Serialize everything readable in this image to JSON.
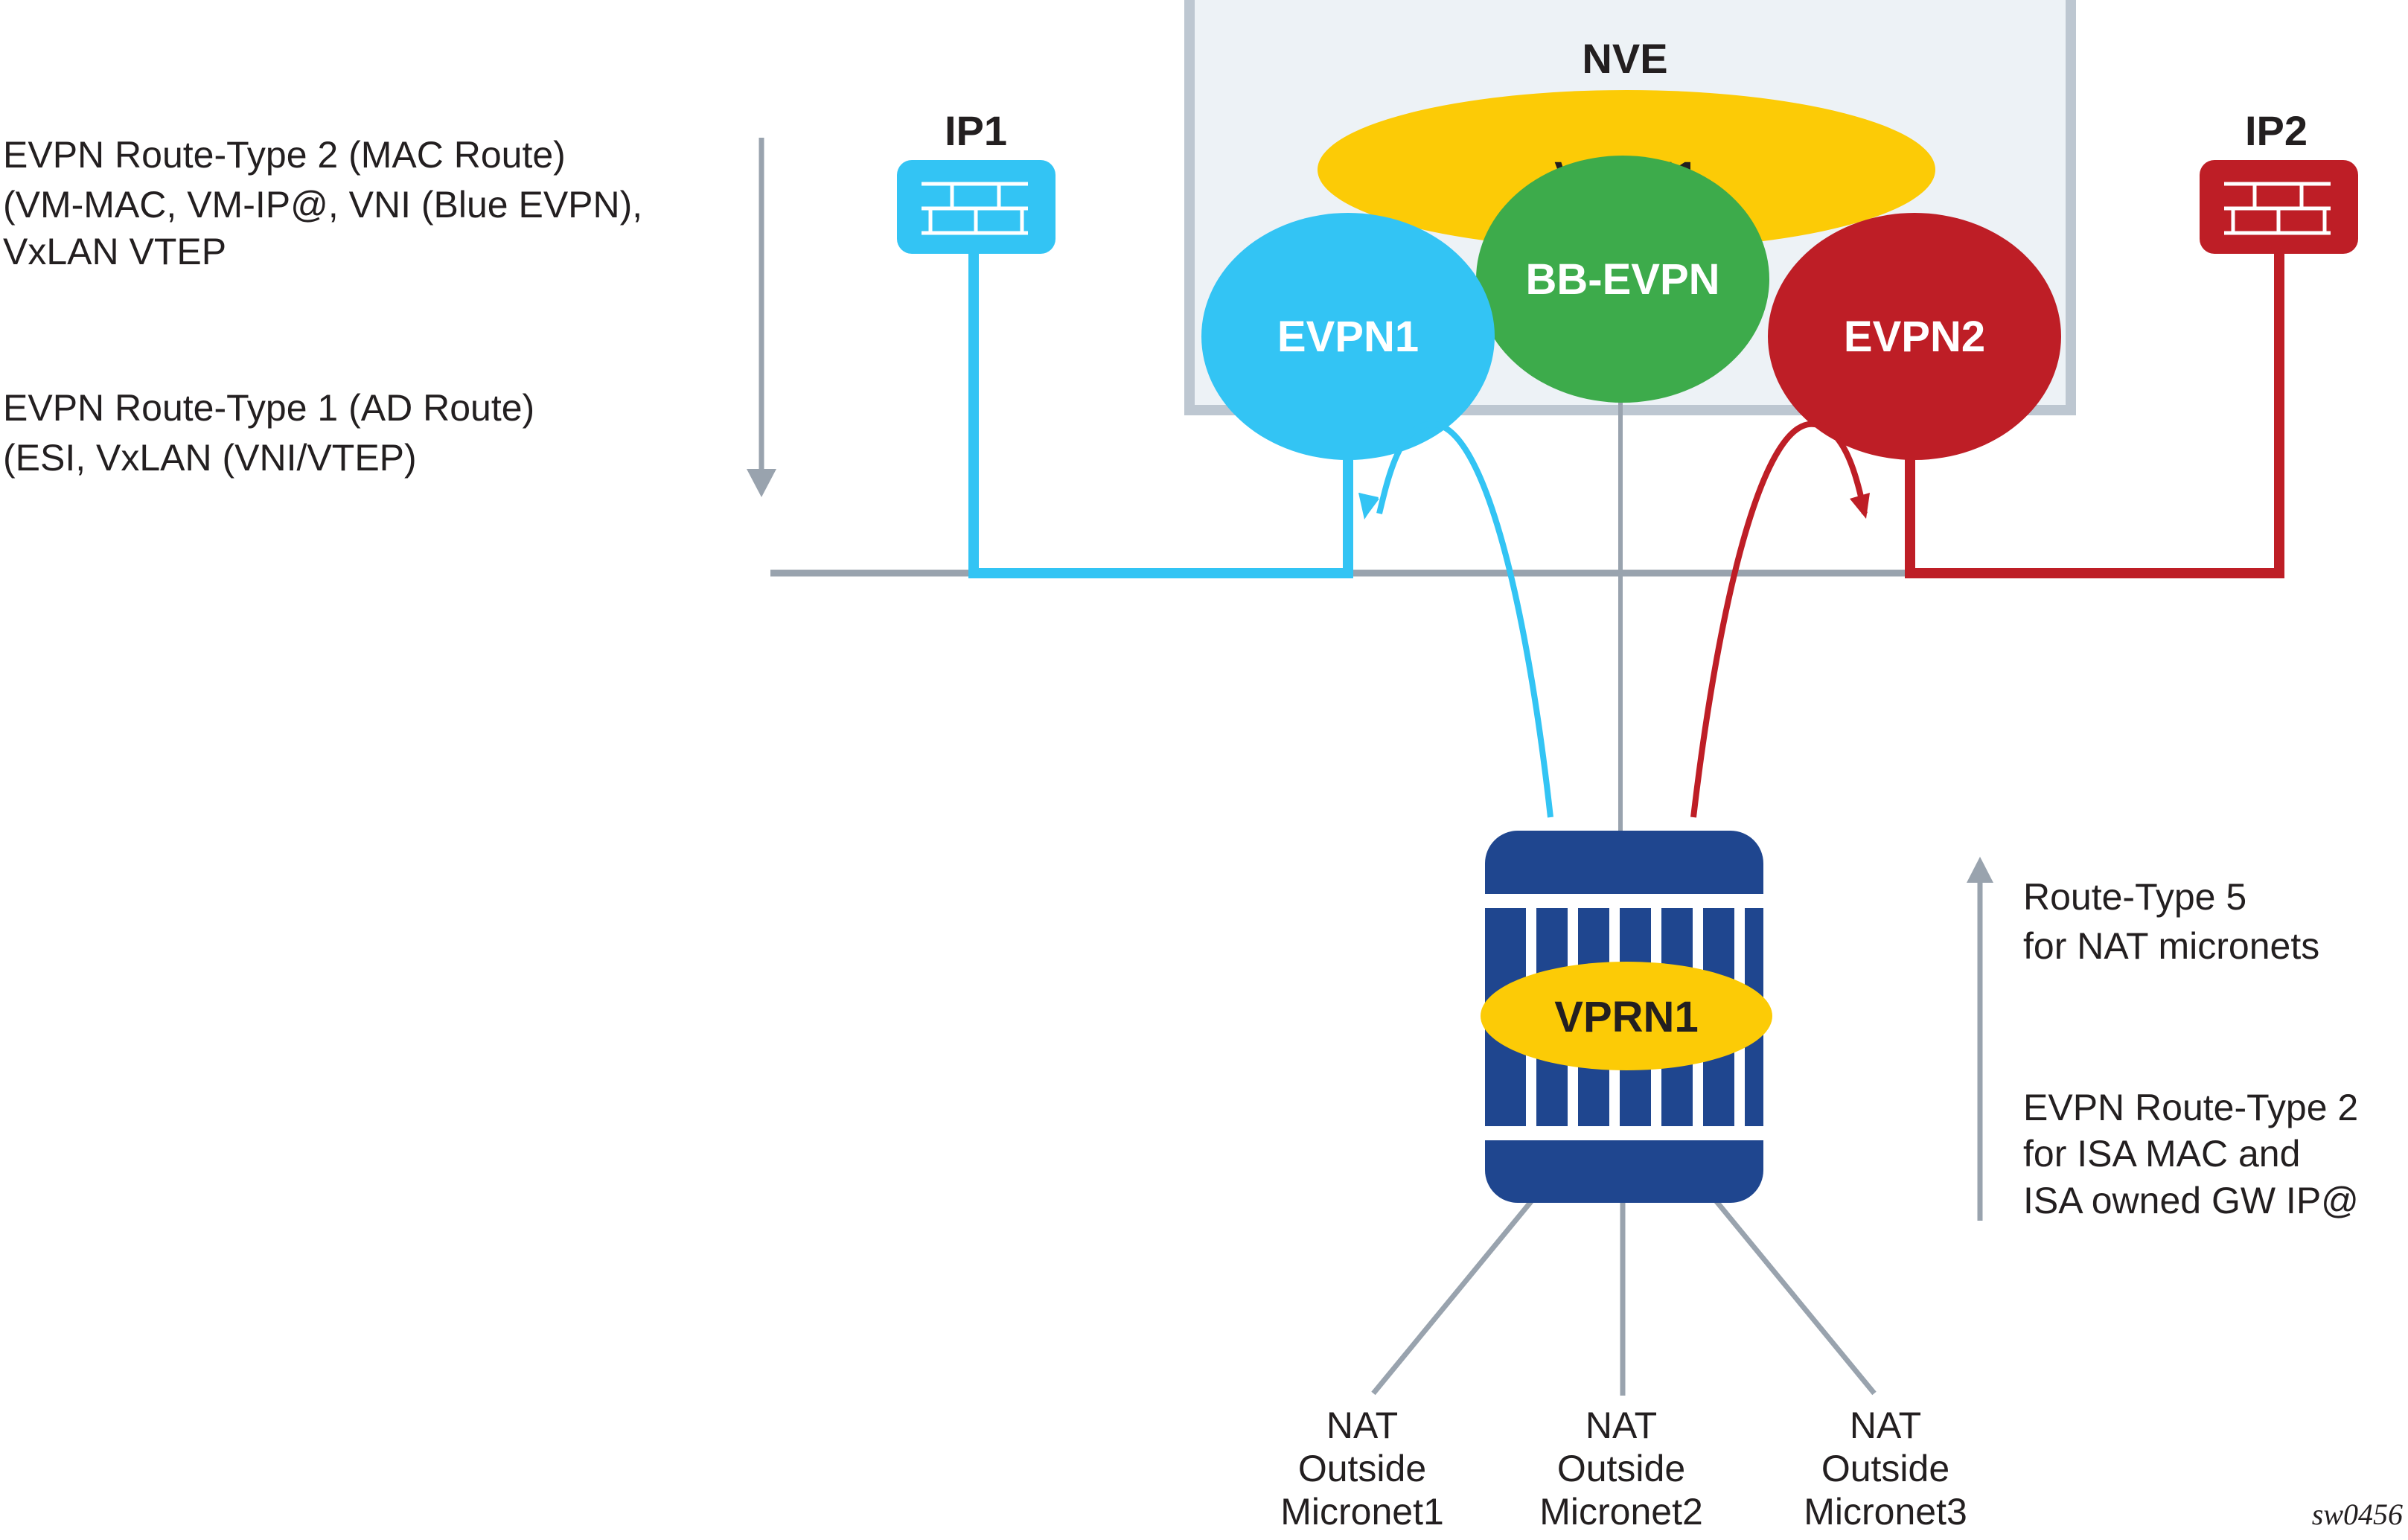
{
  "nve": {
    "title": "NVE",
    "vprn": "VPRN1",
    "bb_evpn": "BB-EVPN",
    "evpn1": "EVPN1",
    "evpn2": "EVPN2"
  },
  "ip1": {
    "label": "IP1",
    "icon": "firewall-icon"
  },
  "ip2": {
    "label": "IP2",
    "icon": "firewall-icon"
  },
  "isa": {
    "vprn": "VPRN1"
  },
  "left_notes": {
    "note1": [
      "EVPN Route-Type 2 (MAC Route)",
      "(VM-MAC, VM-IP@, VNI (Blue EVPN),",
      "VxLAN VTEP"
    ],
    "note2": [
      "EVPN Route-Type 1 (AD Route)",
      "(ESI, VxLAN (VNI/VTEP)"
    ]
  },
  "right_notes": {
    "note1": [
      "Route-Type 5",
      "for NAT micronets"
    ],
    "note2": [
      "EVPN Route-Type 2",
      "for ISA MAC and",
      "ISA owned GW IP@"
    ]
  },
  "micronets": [
    [
      "NAT",
      "Outside",
      "Micronet1"
    ],
    [
      "NAT",
      "Outside",
      "Micronet2"
    ],
    [
      "NAT",
      "Outside",
      "Micronet3"
    ]
  ],
  "figure_id": "sw0456",
  "colors": {
    "cyan": "#33c4f4",
    "red": "#be1e26",
    "yellow": "#fccb06",
    "green": "#3dab4b",
    "navy": "#1f468f",
    "gray_line": "#99a3ae",
    "nve_fill": "#edf2f6",
    "nve_border": "#bdc7d1"
  }
}
